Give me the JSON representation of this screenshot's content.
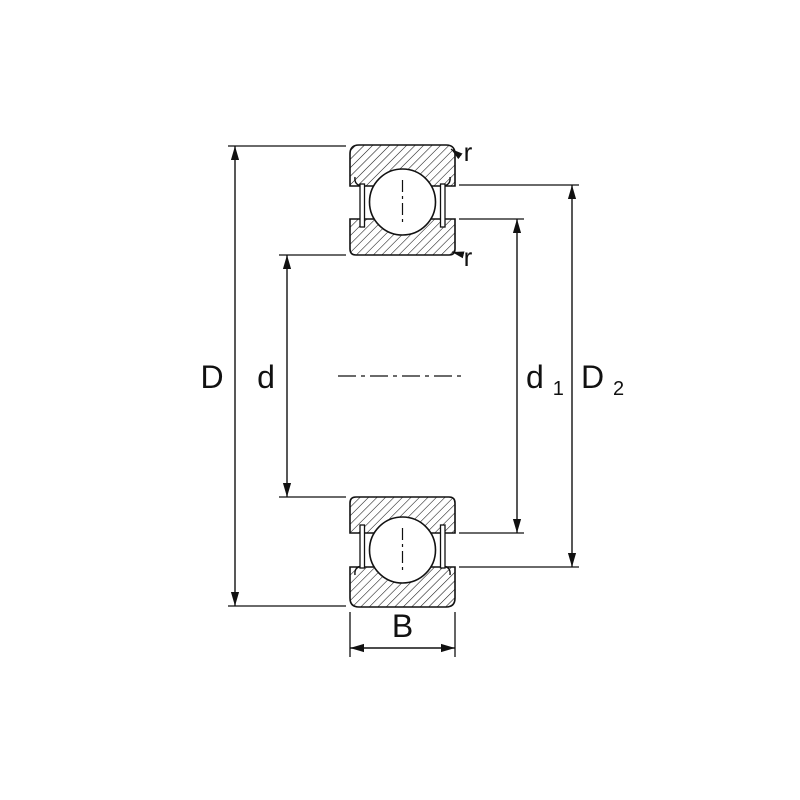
{
  "diagram": {
    "labels": {
      "outer_diameter": "D",
      "bore_diameter": "d",
      "d1_base": "d",
      "d1_sub": "1",
      "D2_base": "D",
      "D2_sub": "2",
      "width": "B",
      "radius_outer": "r",
      "radius_inner": "r"
    },
    "colors": {
      "line": "#111111",
      "background": "#ffffff"
    }
  }
}
